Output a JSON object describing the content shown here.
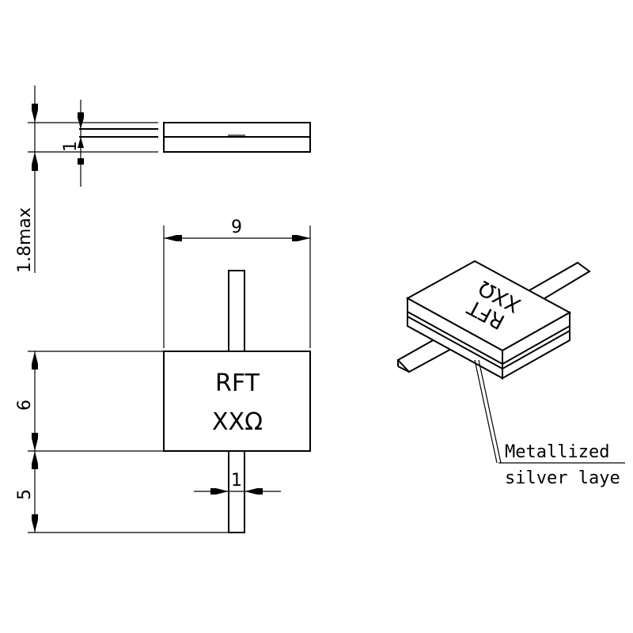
{
  "dimensions": {
    "width": "9",
    "body_height": "6",
    "lead_length": "5",
    "lead_width": "1",
    "side_lead": "1",
    "max_thickness": "1.8max"
  },
  "marking": {
    "line1": "RFT",
    "line2": "XXΩ"
  },
  "iso_marking": {
    "line1": "RFT",
    "line2": "XXΩ"
  },
  "callout": {
    "line1": "Metallized",
    "line2": "silver laye"
  }
}
